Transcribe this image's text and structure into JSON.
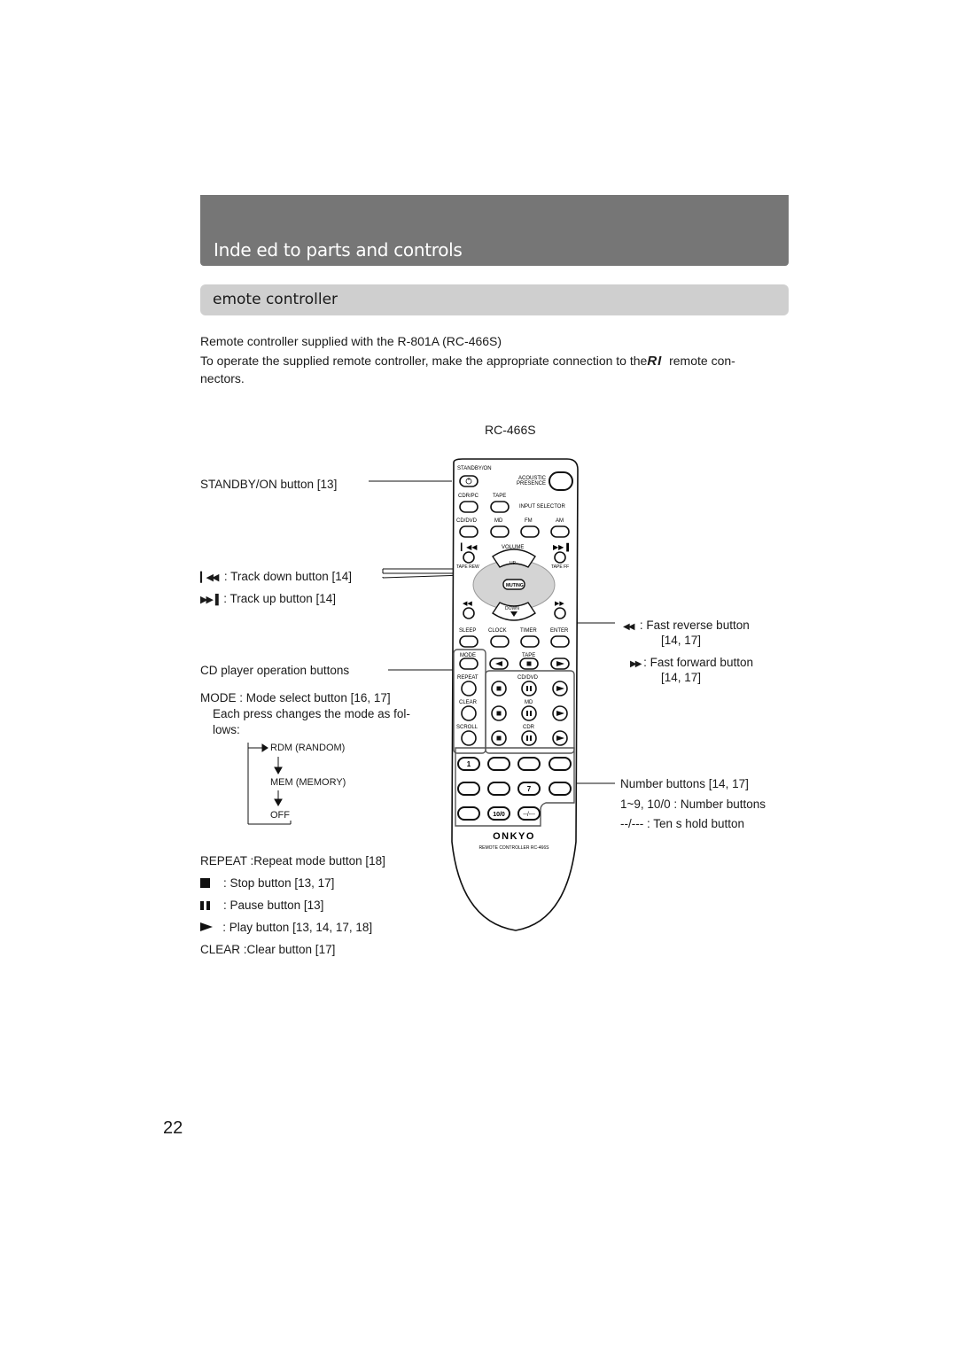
{
  "header": {
    "title": "Inde  ed to parts and controls"
  },
  "section": {
    "title": "emote controller"
  },
  "intro": {
    "line1": "Remote controller supplied with the R-801A (RC-466S)",
    "line2": "To operate the supplied remote controller, make the appropriate connection to the",
    "ri_logo": "RI",
    "line2_end": "remote con-",
    "line3": "nectors."
  },
  "remote": {
    "model_label": "RC-466S",
    "brand": "ONKYO",
    "footer": "REMOTE CONTROLLER  RC-466S",
    "labels": {
      "standby_on": "STANDBY/ON",
      "acoustic": "ACOUSTIC",
      "presence": "PRESENCE",
      "cdr_pc": "CDR/PC",
      "tape": "TAPE",
      "input_selector": "INPUT SELECTOR",
      "cd_dvd": "CD/DVD",
      "md": "MD",
      "fm": "FM",
      "am": "AM",
      "volume": "VOLUME",
      "tape_rew": "TAPE REW",
      "tape_ff": "TAPE FF",
      "up": "UP",
      "muting": "MUTING",
      "down": "DOWN",
      "sleep": "SLEEP",
      "clock": "CLOCK",
      "timer": "TIMER",
      "enter": "ENTER",
      "mode": "MODE",
      "tape2": "TAPE",
      "repeat": "REPEAT",
      "cd_dvd2": "CD/DVD",
      "clear": "CLEAR",
      "md2": "MD",
      "scroll": "SCROLL",
      "cdr": "CDR",
      "num1": "1",
      "num7": "7",
      "num10": "10/0",
      "tens": "--/---"
    }
  },
  "callouts": {
    "standby": "STANDBY/ON button   [13]",
    "track_down": ":  Track down button [14]",
    "track_up": ":  Track up button [14]",
    "cd_ops": "CD player operation buttons",
    "mode": "MODE : Mode select button [16, 17]",
    "mode_desc1": "Each press changes the mode as fol-",
    "mode_desc2": "lows:",
    "rdm": "RDM (RANDOM)",
    "mem": "MEM (MEMORY)",
    "off": "OFF",
    "repeat": "REPEAT :Repeat mode button [18]",
    "stop": ":   Stop button [13, 17]",
    "pause": ":   Pause button [13]",
    "play": ":   Play button [13, 14, 17, 18]",
    "clear": "CLEAR :Clear button [17]",
    "fast_rev": ":   Fast reverse button",
    "fast_rev_ref": "[14, 17]",
    "fast_fwd": ": Fast forward button",
    "fast_fwd_ref": "[14, 17]",
    "numbers": "Number buttons    [14, 17]",
    "numbers_desc": "1~9, 10/0 :  Number buttons",
    "tens": "--/--- :  Ten s hold button"
  },
  "page": {
    "number": "22"
  }
}
